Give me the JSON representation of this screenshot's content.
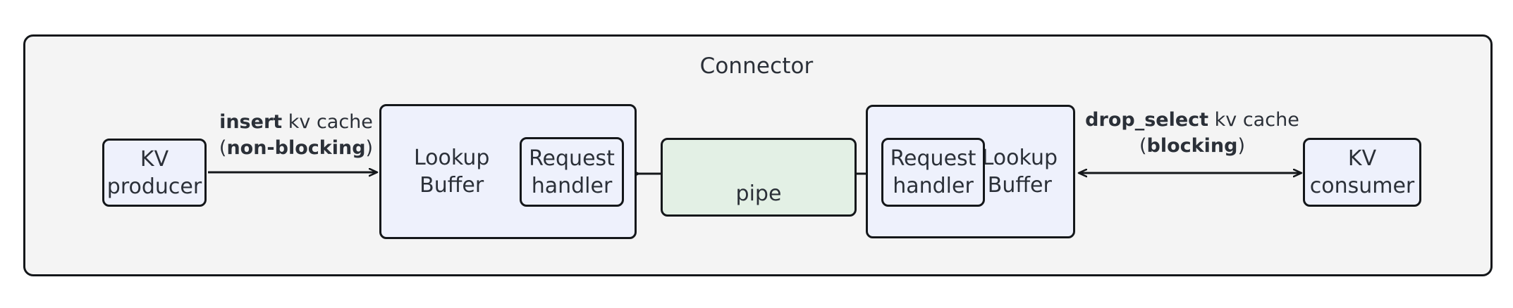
{
  "diagram": {
    "container": {
      "title": "Connector",
      "fill": "#f4f4f4",
      "stroke": "#14171a"
    },
    "colors": {
      "node_fill": "#eef1fc",
      "pipe_fill": "#e3f0e5",
      "stroke": "#14171a",
      "text": "#2b3038",
      "page_background": "#ffffff"
    },
    "nodes": {
      "kv_producer": "KV\nproducer",
      "kv_consumer": "KV\nconsumer",
      "lookup_buffer_left": "Lookup\nBuffer",
      "lookup_buffer_right": "Lookup\nBuffer",
      "request_handler_left": "Request\nhandler",
      "request_handler_right": "Request\nhandler",
      "pipe": "pipe"
    },
    "edges": {
      "insert": {
        "bold_1": "insert",
        "plain_1": " kv cache",
        "open_paren": "(",
        "bold_2": "non-blocking",
        "close_paren": ")",
        "direction": "right"
      },
      "drop_select": {
        "bold_1": "drop_select",
        "plain_1": " kv cache",
        "open_paren": "(",
        "bold_2": "blocking",
        "close_paren": ")",
        "direction": "bidirectional"
      },
      "pipe_to_left_buffer": {
        "direction": "left"
      },
      "pipe_to_right_handler": {
        "direction": "right"
      }
    }
  }
}
